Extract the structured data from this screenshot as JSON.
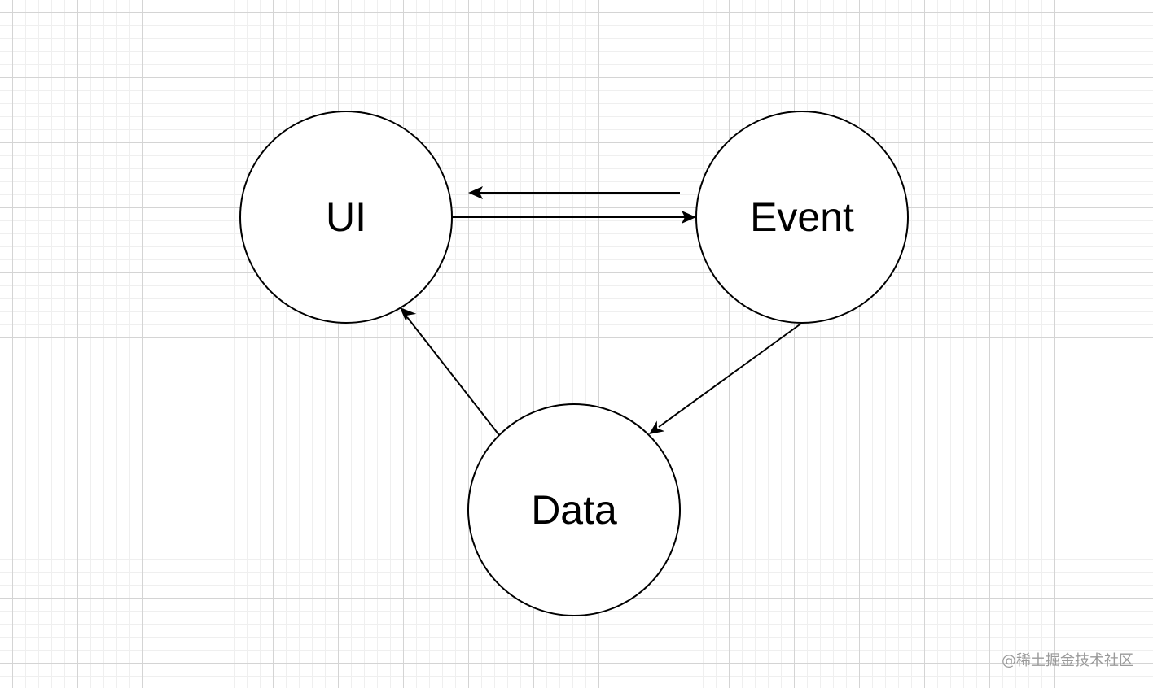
{
  "diagram": {
    "nodes": [
      {
        "id": "ui",
        "label": "UI"
      },
      {
        "id": "event",
        "label": "Event"
      },
      {
        "id": "data",
        "label": "Data"
      }
    ],
    "edges": [
      {
        "from": "event",
        "to": "ui"
      },
      {
        "from": "ui",
        "to": "event"
      },
      {
        "from": "event",
        "to": "data"
      },
      {
        "from": "data",
        "to": "ui"
      }
    ]
  },
  "watermark": "@稀土掘金技术社区",
  "colors": {
    "stroke": "#000000",
    "background": "#ffffff",
    "grid": "#d4d4d4",
    "watermark": "#9a9a9a"
  }
}
